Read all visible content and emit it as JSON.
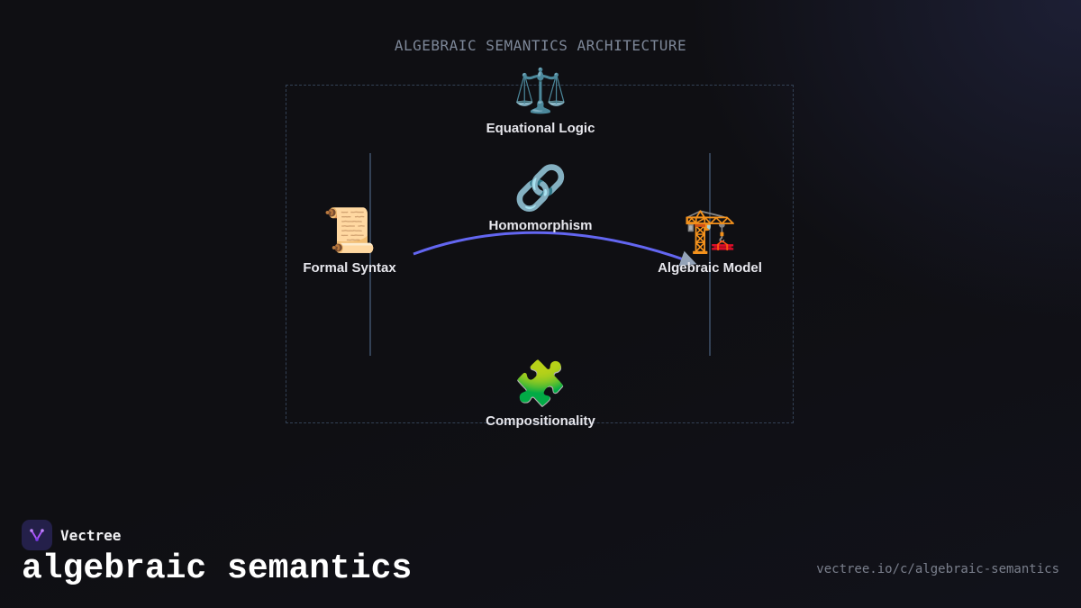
{
  "diagram": {
    "title": "ALGEBRAIC SEMANTICS ARCHITECTURE",
    "nodes": {
      "equational_logic": {
        "label": "Equational Logic",
        "icon": "⚖️",
        "icon_name": "balance-scale-icon"
      },
      "homomorphism": {
        "label": "Homomorphism",
        "icon": "🔗",
        "icon_name": "link-icon"
      },
      "formal_syntax": {
        "label": "Formal Syntax",
        "icon": "📜",
        "icon_name": "scroll-icon"
      },
      "algebraic_model": {
        "label": "Algebraic Model",
        "icon": "🏗️",
        "icon_name": "crane-icon"
      },
      "compositionality": {
        "label": "Compositionality",
        "icon": "🧩",
        "icon_name": "puzzle-piece-icon"
      }
    },
    "edges": [
      {
        "from": "formal_syntax",
        "to": "algebraic_model",
        "via": "homomorphism",
        "color": "#6366f1"
      }
    ],
    "colors": {
      "frame": "#334155",
      "arrow": "#6366f1",
      "arrowhead": "#94a3b8",
      "divider": "#334155"
    }
  },
  "footer": {
    "brand_name": "Vectree",
    "heading": "algebraic semantics",
    "url": "vectree.io/c/algebraic-semantics"
  }
}
